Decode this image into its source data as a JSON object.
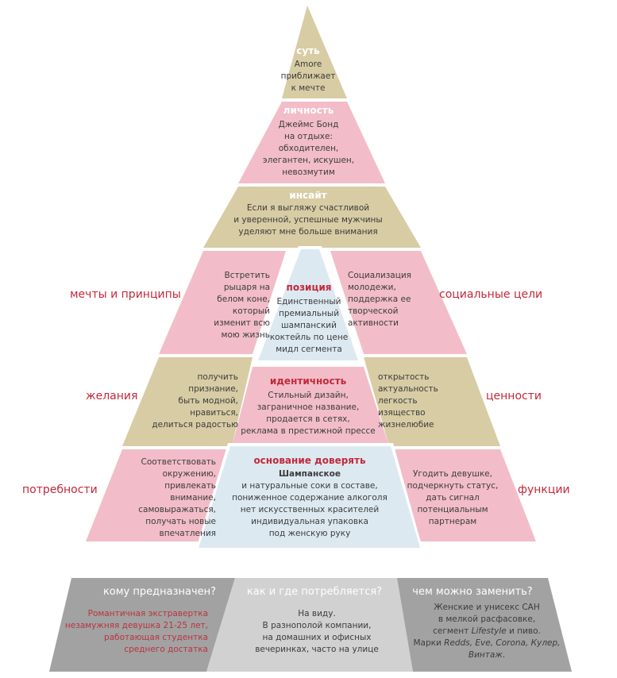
{
  "colors": {
    "olive": "#d8cca4",
    "pink": "#f2bdc8",
    "light_blue": "#dde9f1",
    "dark_gray": "#a2a2a2",
    "mid_gray": "#d1d1d1",
    "accent_red": "#c2293a"
  },
  "pyramid": {
    "sut": {
      "title": "суть",
      "text": "Amore\nприближает\nк мечте"
    },
    "lichnost": {
      "title": "личность",
      "text": "Джеймс Бонд\nна отдыхе:\nобходителен,\nэлегантен, искушен,\nневозмутим"
    },
    "insait": {
      "title": "инсайт",
      "text": "Если я выгляжу счастливой\nи уверенной, успешные мужчины\nуделяют мне больше внимания"
    },
    "mechty": {
      "text": "Встретить\nрыцаря на\nбелом коне,\nкоторый\nизменит всю\nмою жизнь"
    },
    "pozicia": {
      "title": "позиция",
      "text": "Единственный\nпремиальный\nшампанский\nкоктейль по цене\nмидл сегмента"
    },
    "socialnye": {
      "text": "Социализация\nмолодежи,\nподдержка ее\nтворческой\nактивности"
    },
    "zhelania": {
      "text": "получить\nпризнание,\nбыть модной,\nнравиться,\nделиться радостью"
    },
    "identichnost": {
      "title": "идентичность",
      "text": "Стильный дизайн,\nзаграничное название,\nпродается в сетях,\nреклама в престижной прессе"
    },
    "cennosti": {
      "text": "открытость\nактуальность\nлегкость\nизящество\nжизнелюбие"
    },
    "potrebnosti": {
      "text": "Соответствовать\nокружению,\nпривлекать\nвнимание,\nсамовыражаться,\nполучать новые\nвпечатления"
    },
    "osnovanie": {
      "title": "основание доверять",
      "text_bold": "Шампанское",
      "text": "и натуральные соки в составе,\nпониженное содержание алкоголя\nнет искусственных красителей\nиндивидуальная упаковка\nпод женскую руку"
    },
    "funkcii": {
      "text": "Угодить девушке,\nподчеркнуть статус,\nдать сигнал\nпотенциальным\nпартнерам"
    }
  },
  "side_labels": {
    "mechty": "мечты и принципы",
    "socialnye": "социальные цели",
    "zhelania": "желания",
    "cennosti": "ценности",
    "potrebnosti": "потребности",
    "funkcii": "функции"
  },
  "bottom": {
    "who": {
      "title": "кому предназначен?",
      "text": "Романтичная экстравертка\nнезамужняя девушка 21-25 лет,\nработающая студентка\nсреднего достатка"
    },
    "where": {
      "title": "как и где потребляется?",
      "text": "На виду.\nВ разнополой компании,\nна домашних и офисных\nвечеринках, часто на улице"
    },
    "replace": {
      "title": "чем можно заменить?",
      "line1": "Женские и унисекс САН",
      "line2": "в мелкой расфасовке,",
      "line3_pre": "сегмент ",
      "line3_em": "Lifestyle",
      "line3_post": " и пиво.",
      "line4_pre": "Марки ",
      "line4_em": "Redds, Eve, Corona, Кулер,",
      "line5_em": "Винтаж",
      "line5_post": "."
    }
  }
}
